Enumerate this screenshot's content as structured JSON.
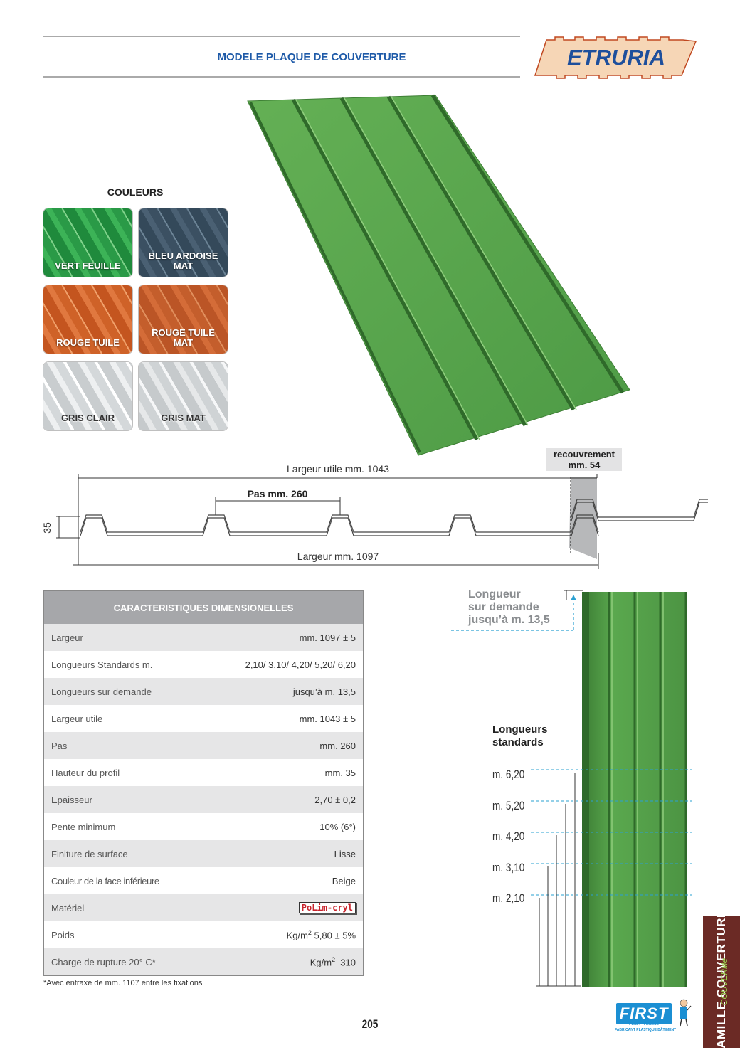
{
  "header": {
    "title": "MODELE PLAQUE DE COUVERTURE",
    "brand_logo": "ETRURIA",
    "brand_color": "#1e4f9c",
    "logo_bg": "#f6d6b6",
    "logo_border": "#c04820"
  },
  "colors": {
    "title": "COULEURS",
    "items": [
      {
        "label_lines": [
          "VERT FEUILLE"
        ],
        "hex": "#2fa04b"
      },
      {
        "label_lines": [
          "BLEU ARDOISE",
          "MAT"
        ],
        "hex": "#3e5466"
      },
      {
        "label_lines": [
          "ROUGE TUILE"
        ],
        "hex": "#d5622c"
      },
      {
        "label_lines": [
          "ROUGE TUILE",
          "MAT"
        ],
        "hex": "#c9602e"
      },
      {
        "label_lines": [
          "GRIS CLAIR"
        ],
        "hex": "#d7dadb"
      },
      {
        "label_lines": [
          "GRIS MAT"
        ],
        "hex": "#d3d6d7"
      }
    ]
  },
  "profile": {
    "overlap_label": "recouvrement",
    "overlap_value": "mm. 54",
    "useful_width": "Largeur utile mm. 1043",
    "pitch": "Pas mm. 260",
    "height": "35",
    "width": "Largeur mm. 1097"
  },
  "specs": {
    "title": "CARACTERISTIQUES DIMENSIONELLES",
    "rows": [
      {
        "key": "Largeur",
        "value": "mm. 1097 ± 5"
      },
      {
        "key": "Longueurs Standards m.",
        "value": "2,10/ 3,10/ 4,20/ 5,20/ 6,20"
      },
      {
        "key": "Longueurs sur demande",
        "value": "jusqu’à m. 13,5"
      },
      {
        "key": "Largeur utile",
        "value": "mm. 1043 ± 5"
      },
      {
        "key": "Pas",
        "value": "mm. 260"
      },
      {
        "key": "Hauteur du profil",
        "value": "mm. 35"
      },
      {
        "key": "Epaisseur",
        "value": "2,70 ± 0,2"
      },
      {
        "key": "Pente minimum",
        "value": "10% (6°)"
      },
      {
        "key": "Finiture de surface",
        "value": "Lisse"
      },
      {
        "key": "Couleur de la face inférieure",
        "value": "Beige"
      },
      {
        "key": "Matériel",
        "logo": "PoLim-cryl"
      },
      {
        "key": "Poids",
        "value_prefix": "Kg/m",
        "value_sup": "2",
        "value_suffix": " 5,80 ± 5%"
      },
      {
        "key": "Charge de rupture 20° C*",
        "value_prefix": "Kg/m",
        "value_sup": "2",
        "value_suffix": "  310"
      }
    ],
    "footnote": "*Avec entraxe de mm. 1107 entre les fixations"
  },
  "lengths": {
    "on_demand_lines": [
      "Longueur",
      "sur demande",
      "jusqu’à m. 13,5"
    ],
    "standard_title_lines": [
      "Longueurs",
      "standards"
    ],
    "standards": [
      "m. 6,20",
      "m. 5,20",
      "m. 4,20",
      "m. 3,10",
      "m. 2,10"
    ]
  },
  "footer": {
    "page_number": "205",
    "maker_logo": "FIRST",
    "maker_sub1": "PLAST · FRANCE",
    "maker_sub2": "FABRICANT PLASTIQUE BÂTIMENT",
    "side_tab": "FAMILLE COUVERTURE",
    "side_tab_sub": "COUVERlife"
  }
}
